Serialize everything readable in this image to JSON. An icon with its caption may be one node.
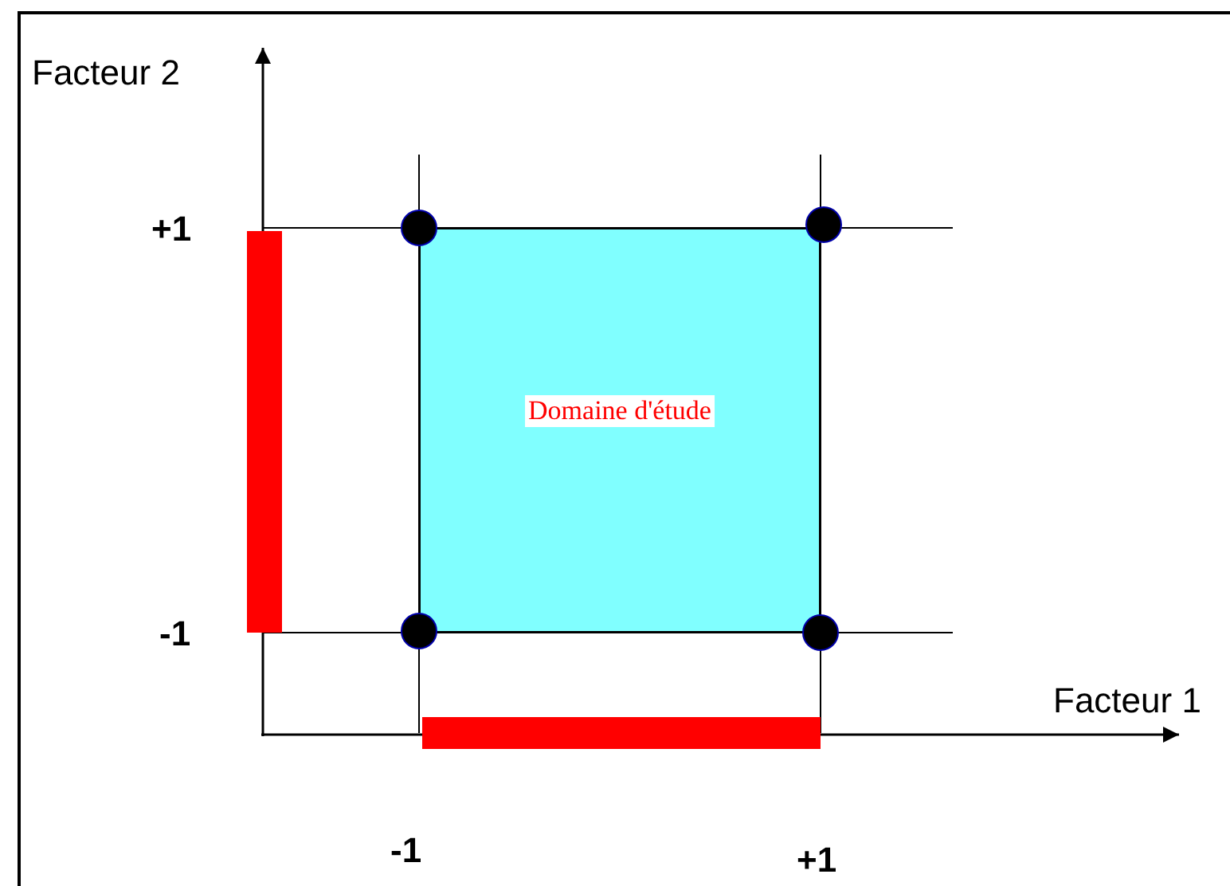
{
  "diagram": {
    "nodes": [
      {
        "text": [
          "Domaine d'étude"
        ]
      },
      {
        "text": [],
        "shape": "bar"
      },
      {
        "text": [],
        "shape": "bar"
      }
    ],
    "labels": [
      "Facteur 2",
      "+1",
      "-1",
      "Facteur 1",
      "-1",
      "+1"
    ]
  }
}
